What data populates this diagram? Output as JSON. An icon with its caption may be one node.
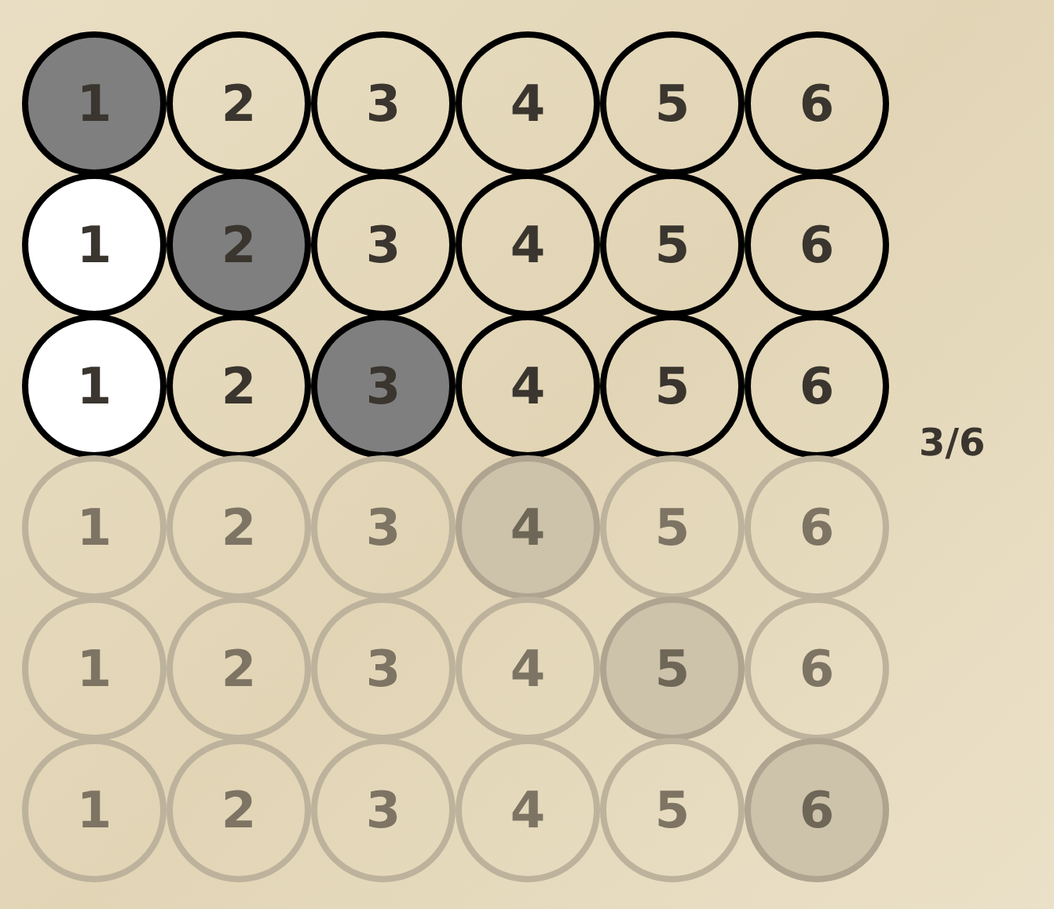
{
  "diagram": {
    "nodes": [
      {
        "text": [
          "1"
        ]
      },
      {
        "text": [
          "2"
        ]
      },
      {
        "text": [
          "3"
        ]
      },
      {
        "text": [
          "4"
        ]
      },
      {
        "text": [
          "5"
        ]
      },
      {
        "text": [
          "6"
        ]
      },
      {
        "text": [
          "1"
        ]
      },
      {
        "text": [
          "2"
        ]
      },
      {
        "text": [
          "3"
        ]
      },
      {
        "text": [
          "4"
        ]
      },
      {
        "text": [
          "5"
        ]
      },
      {
        "text": [
          "6"
        ]
      },
      {
        "text": [
          "1"
        ]
      },
      {
        "text": [
          "2"
        ]
      },
      {
        "text": [
          "3"
        ]
      },
      {
        "text": [
          "4"
        ]
      },
      {
        "text": [
          "5"
        ]
      },
      {
        "text": [
          "6"
        ]
      },
      {
        "text": [
          "1"
        ]
      },
      {
        "text": [
          "2"
        ]
      },
      {
        "text": [
          "3"
        ]
      },
      {
        "text": [
          "4"
        ]
      },
      {
        "text": [
          "5"
        ]
      },
      {
        "text": [
          "6"
        ]
      },
      {
        "text": [
          "1"
        ]
      },
      {
        "text": [
          "2"
        ]
      },
      {
        "text": [
          "3"
        ]
      },
      {
        "text": [
          "4"
        ]
      },
      {
        "text": [
          "5"
        ]
      },
      {
        "text": [
          "6"
        ]
      },
      {
        "text": [
          "1"
        ]
      },
      {
        "text": [
          "2"
        ]
      },
      {
        "text": [
          "3"
        ]
      },
      {
        "text": [
          "4"
        ]
      },
      {
        "text": [
          "5"
        ]
      },
      {
        "text": [
          "6"
        ]
      }
    ],
    "labels": [
      "3/6"
    ]
  }
}
